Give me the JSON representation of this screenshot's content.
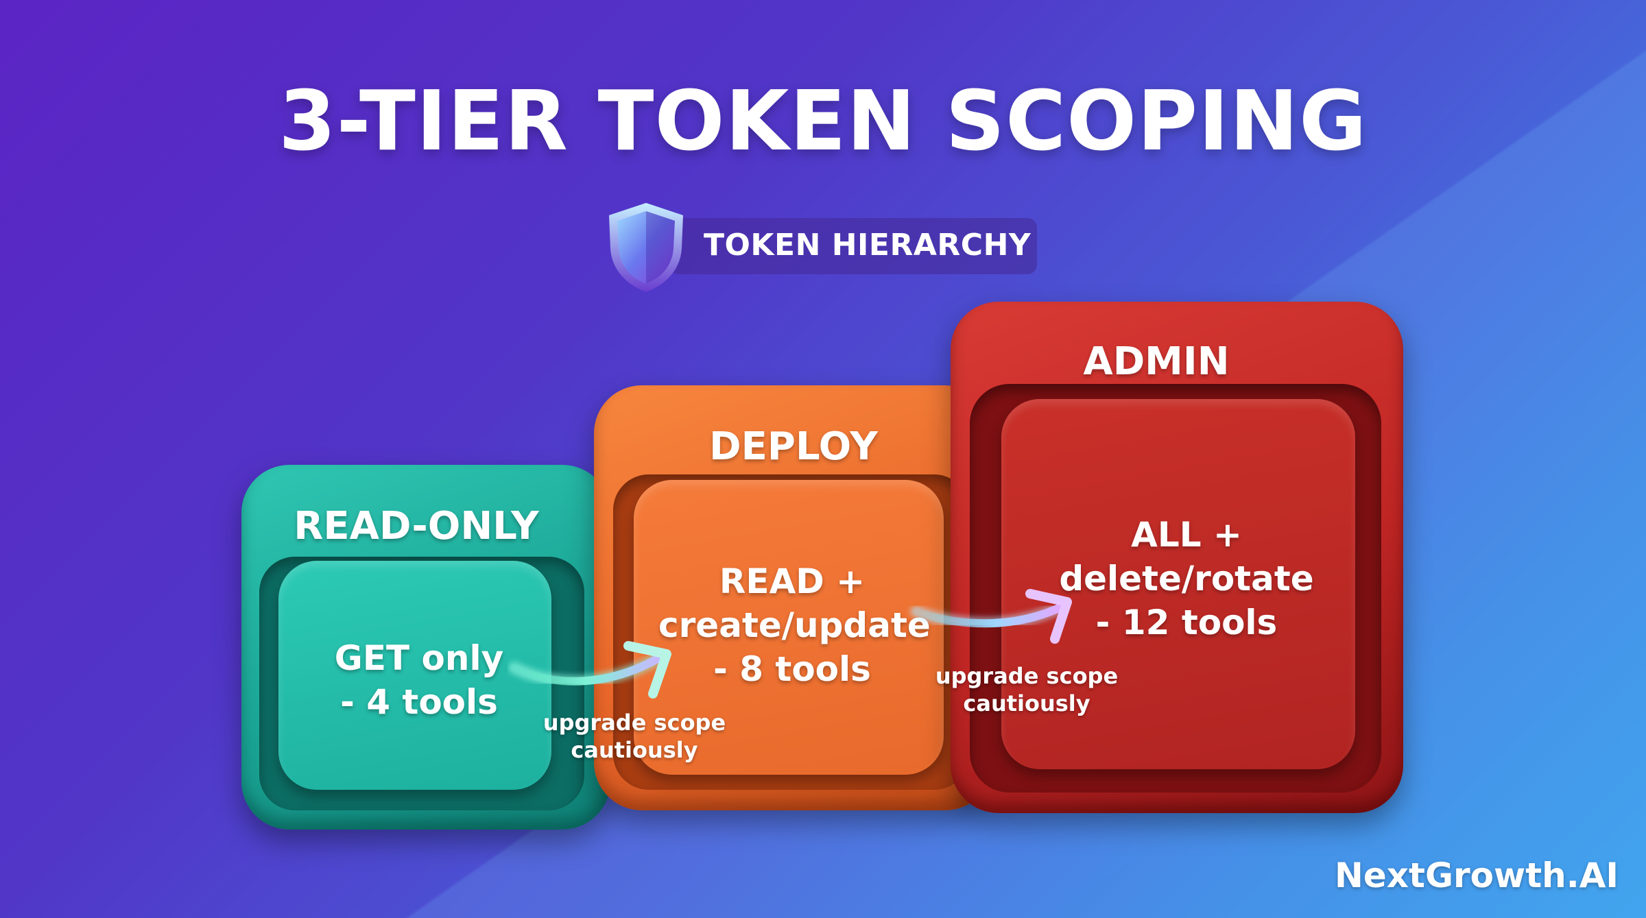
{
  "title": "3-TIER TOKEN SCOPING",
  "badge": {
    "label": "TOKEN HIERARCHY",
    "icon": "shield-icon"
  },
  "tiers": [
    {
      "name": "READ-ONLY",
      "description_line1": "GET only",
      "description_line2": "- 4 tools",
      "color": "#1fb3a0"
    },
    {
      "name": "DEPLOY",
      "description_line1": "READ +",
      "description_line2": "create/update",
      "description_line3": "- 8 tools",
      "color": "#ec6e2c"
    },
    {
      "name": "ADMIN",
      "description_line1": "ALL +",
      "description_line2": "delete/rotate",
      "description_line3": "- 12 tools",
      "color": "#c42b27"
    }
  ],
  "transitions": [
    {
      "line1": "upgrade scope",
      "line2": "cautiously"
    },
    {
      "line1": "upgrade scope",
      "line2": "cautiously"
    }
  ],
  "brand": "NextGrowth.AI",
  "colors": {
    "background_start": "#5b24c4",
    "background_end": "#3aa0ec",
    "arrow_start": "#5ff0c8",
    "arrow_end": "#d9a8ff"
  }
}
